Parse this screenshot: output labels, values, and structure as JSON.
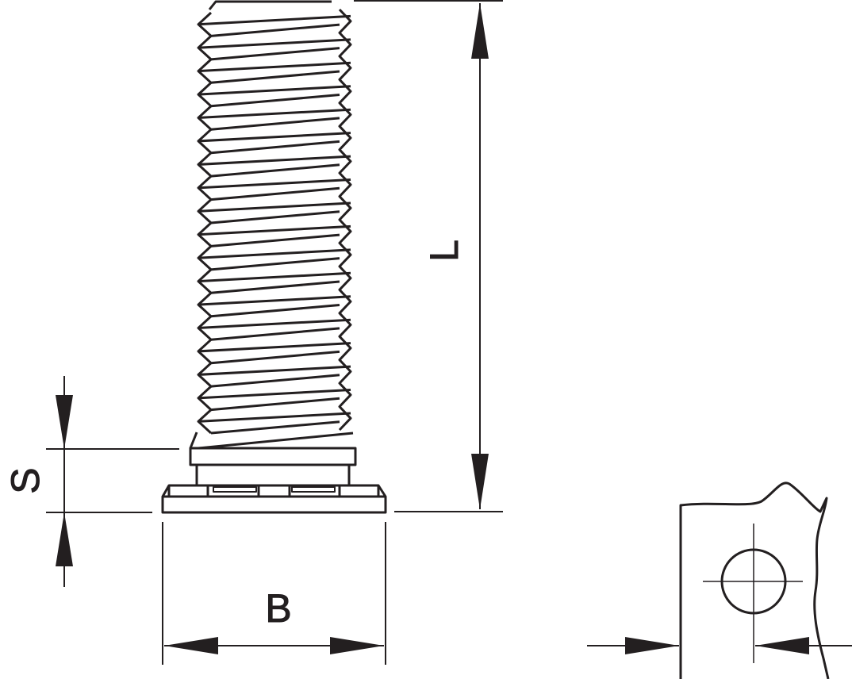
{
  "labels": {
    "length": "L",
    "flange_thickness": "S",
    "flange_diameter": "B"
  },
  "colors": {
    "line": "#231f20",
    "background": "#ffffff"
  }
}
